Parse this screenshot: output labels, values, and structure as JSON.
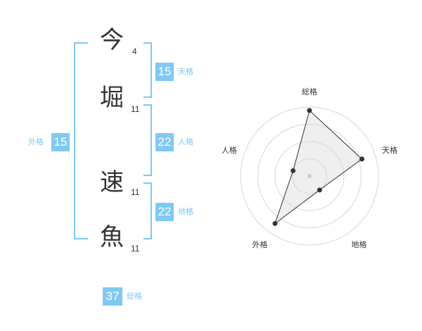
{
  "name": {
    "chars": [
      {
        "kanji": "今",
        "strokes": "4"
      },
      {
        "kanji": "堀",
        "strokes": "11"
      },
      {
        "kanji": "速",
        "strokes": "11"
      },
      {
        "kanji": "魚",
        "strokes": "11"
      }
    ]
  },
  "fortune": {
    "tenkaku": {
      "label": "天格",
      "value": "15"
    },
    "jinkaku": {
      "label": "人格",
      "value": "22"
    },
    "chikaku": {
      "label": "地格",
      "value": "22"
    },
    "gaikaku": {
      "label": "外格",
      "value": "15"
    },
    "soukaku": {
      "label": "総格",
      "value": "37"
    }
  },
  "radar": {
    "labels": [
      "総格",
      "天格",
      "地格",
      "外格",
      "人格"
    ],
    "values": [
      0.95,
      0.8,
      0.25,
      0.85,
      0.25
    ],
    "rings": 4
  },
  "colors": {
    "accent": "#80c9f2",
    "bracket": "#7cc8f5",
    "text": "#333333"
  }
}
